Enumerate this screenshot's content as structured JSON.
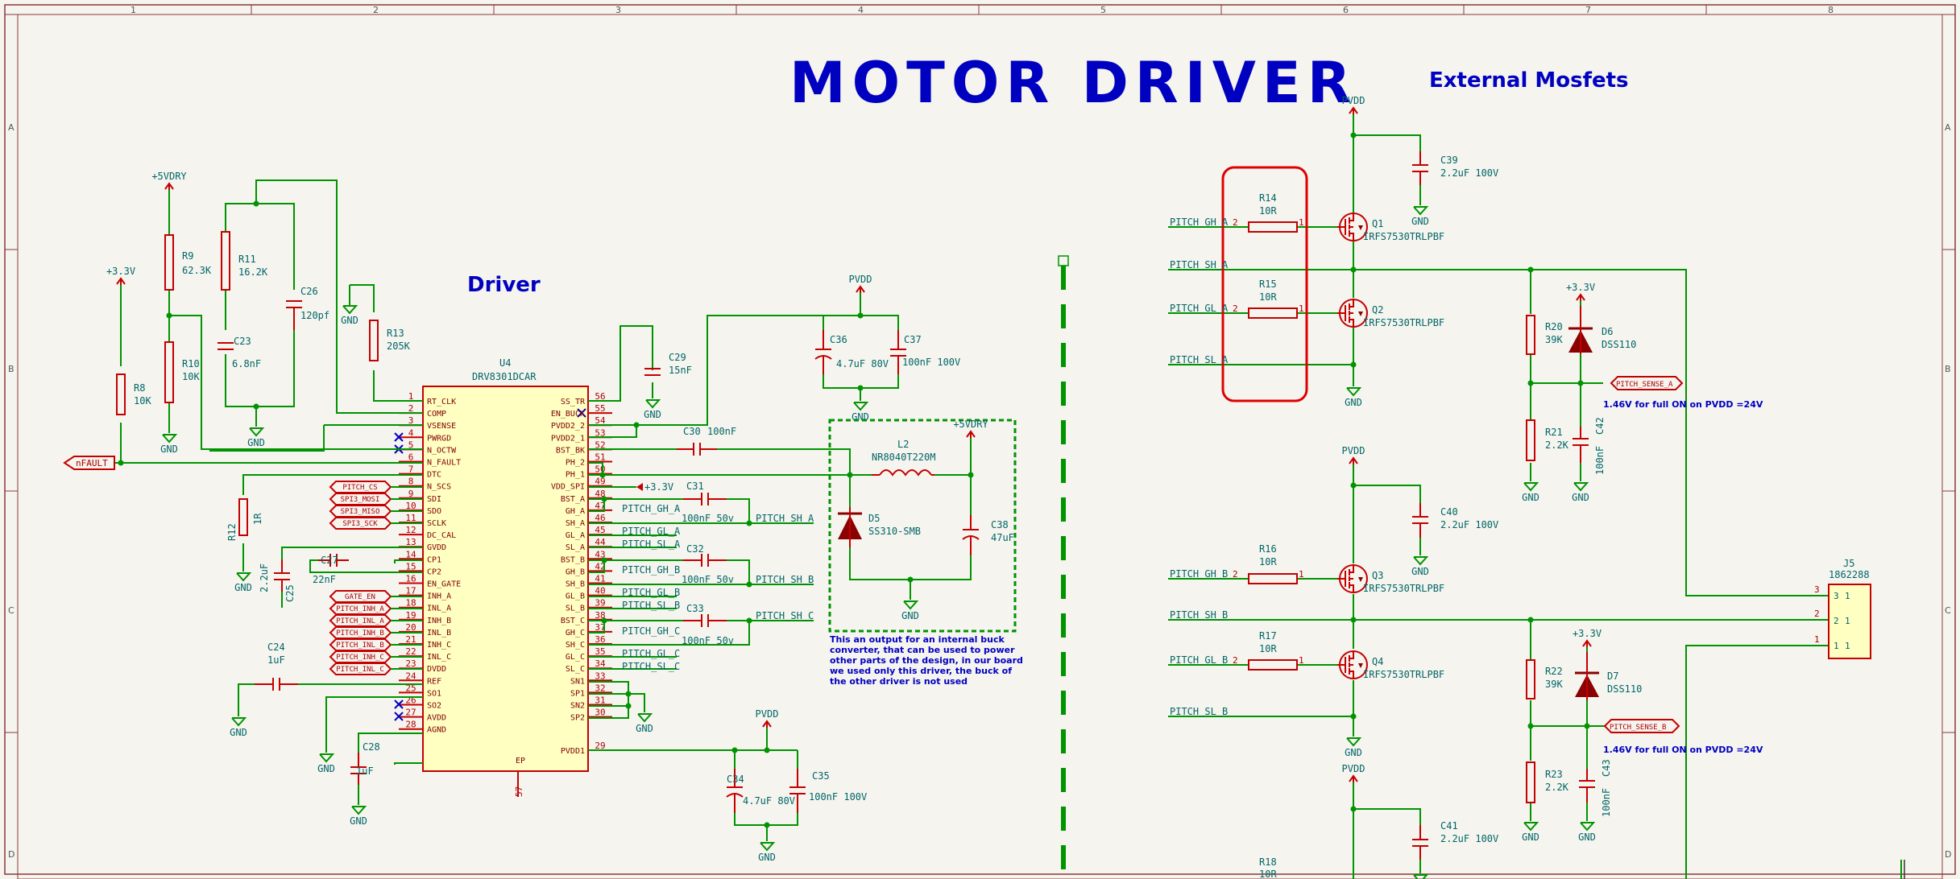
{
  "titles": {
    "main": "MOTOR DRIVER",
    "mosfets": "External Mosfets",
    "driver": "Driver"
  },
  "frame": {
    "columns": [
      "1",
      "2",
      "3",
      "4",
      "5",
      "6",
      "7",
      "8"
    ],
    "rows": [
      "A",
      "B",
      "C",
      "D"
    ]
  },
  "ic": {
    "ref": "U4",
    "value": "DRV8301DCAR",
    "left_pins": [
      {
        "n": "1",
        "name": "RT_CLK"
      },
      {
        "n": "2",
        "name": "COMP"
      },
      {
        "n": "3",
        "name": "VSENSE"
      },
      {
        "n": "4",
        "name": "PWRGD"
      },
      {
        "n": "5",
        "name": "N_OCTW"
      },
      {
        "n": "6",
        "name": "N_FAULT"
      },
      {
        "n": "7",
        "name": "DTC"
      },
      {
        "n": "8",
        "name": "N_SCS"
      },
      {
        "n": "9",
        "name": "SDI"
      },
      {
        "n": "10",
        "name": "SDO"
      },
      {
        "n": "11",
        "name": "SCLK"
      },
      {
        "n": "12",
        "name": "DC_CAL"
      },
      {
        "n": "13",
        "name": "GVDD"
      },
      {
        "n": "14",
        "name": "CP1"
      },
      {
        "n": "15",
        "name": "CP2"
      },
      {
        "n": "16",
        "name": "EN_GATE"
      },
      {
        "n": "17",
        "name": "INH_A"
      },
      {
        "n": "18",
        "name": "INL_A"
      },
      {
        "n": "19",
        "name": "INH_B"
      },
      {
        "n": "20",
        "name": "INL_B"
      },
      {
        "n": "21",
        "name": "INH_C"
      },
      {
        "n": "22",
        "name": "INL_C"
      },
      {
        "n": "23",
        "name": "DVDD"
      },
      {
        "n": "24",
        "name": "REF"
      },
      {
        "n": "25",
        "name": "SO1"
      },
      {
        "n": "26",
        "name": "SO2"
      },
      {
        "n": "27",
        "name": "AVDD"
      },
      {
        "n": "28",
        "name": "AGND"
      }
    ],
    "right_pins": [
      {
        "n": "56",
        "name": "SS_TR"
      },
      {
        "n": "55",
        "name": "EN_BUCK"
      },
      {
        "n": "54",
        "name": "PVDD2_2"
      },
      {
        "n": "53",
        "name": "PVDD2_1"
      },
      {
        "n": "52",
        "name": "BST_BK"
      },
      {
        "n": "51",
        "name": "PH_2"
      },
      {
        "n": "50",
        "name": "PH_1"
      },
      {
        "n": "49",
        "name": "VDD_SPI"
      },
      {
        "n": "48",
        "name": "BST_A"
      },
      {
        "n": "47",
        "name": "GH_A"
      },
      {
        "n": "46",
        "name": "SH_A"
      },
      {
        "n": "45",
        "name": "GL_A"
      },
      {
        "n": "44",
        "name": "SL_A"
      },
      {
        "n": "43",
        "name": "BST_B"
      },
      {
        "n": "42",
        "name": "GH_B"
      },
      {
        "n": "41",
        "name": "SH_B"
      },
      {
        "n": "40",
        "name": "GL_B"
      },
      {
        "n": "39",
        "name": "SL_B"
      },
      {
        "n": "38",
        "name": "BST_C"
      },
      {
        "n": "37",
        "name": "GH_C"
      },
      {
        "n": "36",
        "name": "SH_C"
      },
      {
        "n": "35",
        "name": "GL_C"
      },
      {
        "n": "34",
        "name": "SL_C"
      },
      {
        "n": "33",
        "name": "SN1"
      },
      {
        "n": "32",
        "name": "SP1"
      },
      {
        "n": "31",
        "name": "SN2"
      },
      {
        "n": "30",
        "name": "SP2"
      },
      {
        "n": "29",
        "name": "PVDD1"
      }
    ],
    "ep": "EP",
    "ep_pin": "57"
  },
  "components": {
    "r9": {
      "ref": "R9",
      "val": "62.3K"
    },
    "r10": {
      "ref": "R10",
      "val": "10K"
    },
    "r11": {
      "ref": "R11",
      "val": "16.2K"
    },
    "c26": {
      "ref": "C26",
      "val": "120pf"
    },
    "c23": {
      "ref": "C23",
      "val": "6.8nF"
    },
    "r13": {
      "ref": "R13",
      "val": "205K"
    },
    "r8": {
      "ref": "R8",
      "val": "10K"
    },
    "r12": {
      "ref": "R12",
      "val": "1R"
    },
    "c25": {
      "ref": "C25",
      "val": "2.2uF"
    },
    "c27": {
      "ref": "C27",
      "val": "22nF"
    },
    "c24": {
      "ref": "C24",
      "val": "1uF"
    },
    "c28": {
      "ref": "C28",
      "val": "1uF"
    },
    "c29": {
      "ref": "C29",
      "val": "15nF"
    },
    "c30": {
      "ref": "C30",
      "val": "100nF"
    },
    "c31": {
      "ref": "C31",
      "val": "100nF 50v"
    },
    "c32": {
      "ref": "C32",
      "val": "100nF 50v"
    },
    "c33": {
      "ref": "C33",
      "val": "100nF 50v"
    },
    "c36": {
      "ref": "C36",
      "val": "4.7uF 80V"
    },
    "c37": {
      "ref": "C37",
      "val": "100nF 100V"
    },
    "l2": {
      "ref": "L2",
      "val": "NR8040T220M"
    },
    "d5": {
      "ref": "D5",
      "val": "SS310-SMB"
    },
    "c38": {
      "ref": "C38",
      "val": "47uF"
    },
    "c34": {
      "ref": "C34",
      "val": "4.7uF 80V"
    },
    "c35": {
      "ref": "C35",
      "val": "100nF 100V"
    },
    "c39": {
      "ref": "C39",
      "val": "2.2uF 100V"
    },
    "r14": {
      "ref": "R14",
      "val": "10R"
    },
    "q1": {
      "ref": "Q1",
      "val": "IRFS7530TRLPBF"
    },
    "r15": {
      "ref": "R15",
      "val": "10R"
    },
    "q2": {
      "ref": "Q2",
      "val": "IRFS7530TRLPBF"
    },
    "r20": {
      "ref": "R20",
      "val": "39K"
    },
    "d6": {
      "ref": "D6",
      "val": "DSS110"
    },
    "r21": {
      "ref": "R21",
      "val": "2.2K"
    },
    "c42": {
      "ref": "C42",
      "val": "100nF"
    },
    "c40": {
      "ref": "C40",
      "val": "2.2uF 100V"
    },
    "r16": {
      "ref": "R16",
      "val": "10R"
    },
    "q3": {
      "ref": "Q3",
      "val": "IRFS7530TRLPBF"
    },
    "r17": {
      "ref": "R17",
      "val": "10R"
    },
    "q4": {
      "ref": "Q4",
      "val": "IRFS7530TRLPBF"
    },
    "r22": {
      "ref": "R22",
      "val": "39K"
    },
    "d7": {
      "ref": "D7",
      "val": "DSS110"
    },
    "r23": {
      "ref": "R23",
      "val": "2.2K"
    },
    "c43": {
      "ref": "C43",
      "val": "100nF"
    },
    "c41": {
      "ref": "C41",
      "val": "2.2uF 100V"
    },
    "r18": {
      "ref": "R18",
      "val": "10R"
    },
    "j5": {
      "ref": "J5",
      "val": "1862288"
    }
  },
  "power": {
    "v5dry": "+5VDRY",
    "v33": "+3.3V",
    "pvdd": "PVDD",
    "gnd": "GND"
  },
  "global_labels": {
    "nfault": "nFAULT",
    "pitch_cs": "PITCH_CS",
    "spi3_mosi": "SPI3_MOSI",
    "spi3_miso": "SPI3_MISO",
    "spi3_sck": "SPI3_SCK",
    "gate_en": "GATE_EN",
    "pitch_inh_a": "PITCH_INH_A",
    "pitch_inl_a": "PITCH_INL_A",
    "pitch_inh_b": "PITCH_INH_B",
    "pitch_inl_b": "PITCH_INL_B",
    "pitch_inh_c": "PITCH_INH_C",
    "pitch_inl_c": "PITCH_INL_C",
    "pitch_sense_a": "PITCH_SENSE_A",
    "pitch_sense_b": "PITCH_SENSE_B"
  },
  "net_labels": {
    "gh_a": "PITCH_GH_A",
    "gl_a": "PITCH_GL_A",
    "sl_a": "PITCH_SL_A",
    "sh_a": "PITCH_SH_A",
    "gh_b": "PITCH_GH_B",
    "gl_b": "PITCH_GL_B",
    "sl_b": "PITCH_SL_B",
    "sh_b": "PITCH_SH_B",
    "gh_c": "PITCH_GH_C",
    "gl_c": "PITCH_GL_C",
    "sl_c": "PITCH_SL_C",
    "sh_c": "PITCH_SH_C"
  },
  "notes": {
    "buck": [
      "This an output for an internal buck",
      "converter, that can be used to power",
      "other parts of the design, in our board",
      "we used only this driver, the buck of",
      "the other driver is not used"
    ],
    "sense_a": "1.46V for full ON on PVDD =24V",
    "sense_b": "1.46V for full ON on PVDD =24V"
  }
}
